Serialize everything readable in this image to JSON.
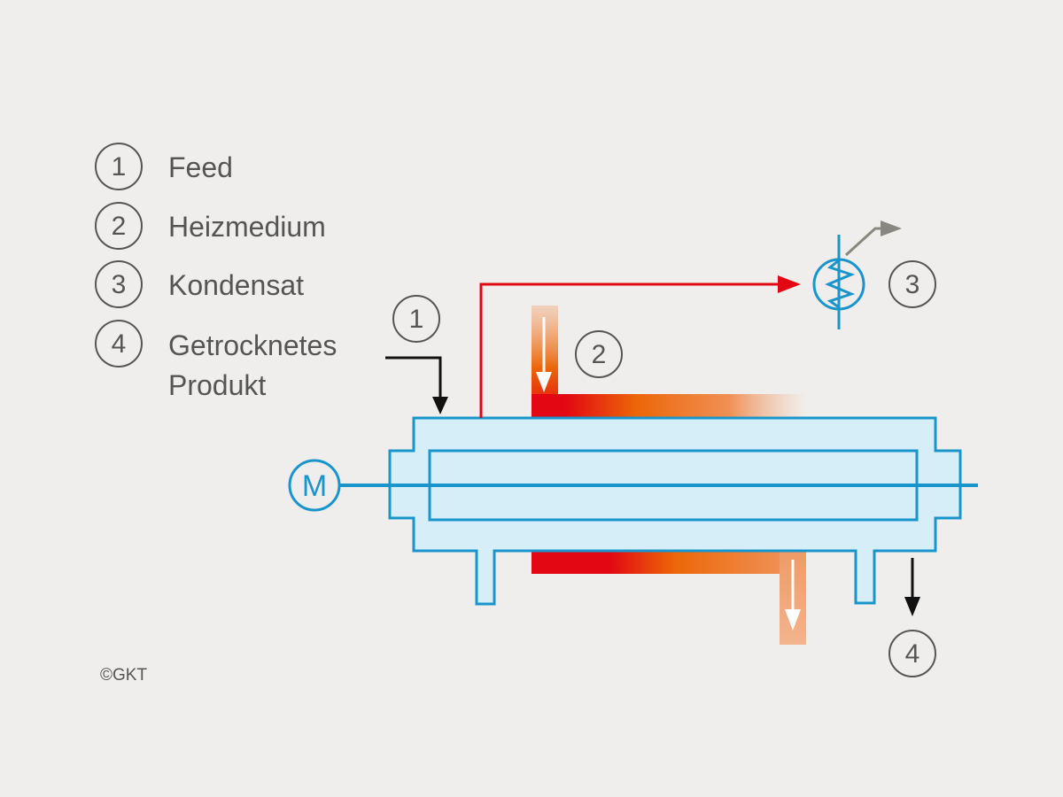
{
  "legend": {
    "items": [
      {
        "number": "1",
        "label": "Feed"
      },
      {
        "number": "2",
        "label": "Heizmedium"
      },
      {
        "number": "3",
        "label": "Kondensat"
      },
      {
        "number": "4",
        "label_line1": "Getrocknetes",
        "label_line2": "Produkt"
      }
    ]
  },
  "markers": {
    "feed": "1",
    "heating_medium": "2",
    "condensate": "3",
    "product": "4"
  },
  "motor": {
    "letter": "M"
  },
  "copyright": "©GKT",
  "colors": {
    "background": "#efeeec",
    "dryer_outline": "#1a95cc",
    "dryer_fill": "#d6eef7",
    "heat_hot": "#e30613",
    "heat_mid": "#ec6608",
    "heat_cool": "#f3b48e",
    "text": "#555555",
    "vapor_arrow": "#888880"
  }
}
